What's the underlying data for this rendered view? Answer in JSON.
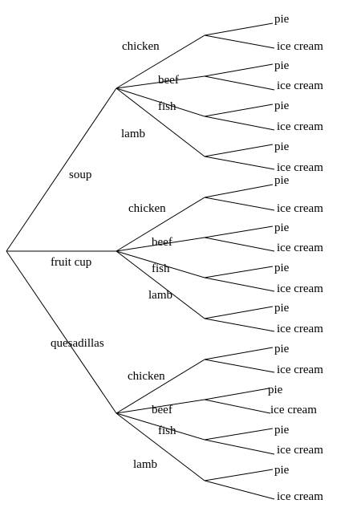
{
  "tree": {
    "root": "",
    "branches": [
      {
        "label": "soup",
        "children": [
          {
            "label": "chicken",
            "children": [
              "pie",
              "ice cream"
            ]
          },
          {
            "label": "beef",
            "children": [
              "pie",
              "ice cream"
            ]
          },
          {
            "label": "fish",
            "children": [
              "pie",
              "ice cream"
            ]
          },
          {
            "label": "lamb",
            "children": [
              "pie",
              "ice cream"
            ]
          }
        ]
      },
      {
        "label": "fruit cup",
        "children": [
          {
            "label": "chicken",
            "children": [
              "pie",
              "ice cream"
            ]
          },
          {
            "label": "beef",
            "children": [
              "pie",
              "ice cream"
            ]
          },
          {
            "label": "fish",
            "children": [
              "pie",
              "ice cream"
            ]
          },
          {
            "label": "lamb",
            "children": [
              "pie",
              "ice cream"
            ]
          }
        ]
      },
      {
        "label": "quesadillas",
        "children": [
          {
            "label": "chicken",
            "children": [
              "pie",
              "ice cream"
            ]
          },
          {
            "label": "beef",
            "children": [
              "pie",
              "ice cream"
            ]
          },
          {
            "label": "fish",
            "children": [
              "pie",
              "ice cream"
            ]
          },
          {
            "label": "lamb",
            "children": [
              "pie",
              "ice cream"
            ]
          }
        ]
      }
    ]
  }
}
